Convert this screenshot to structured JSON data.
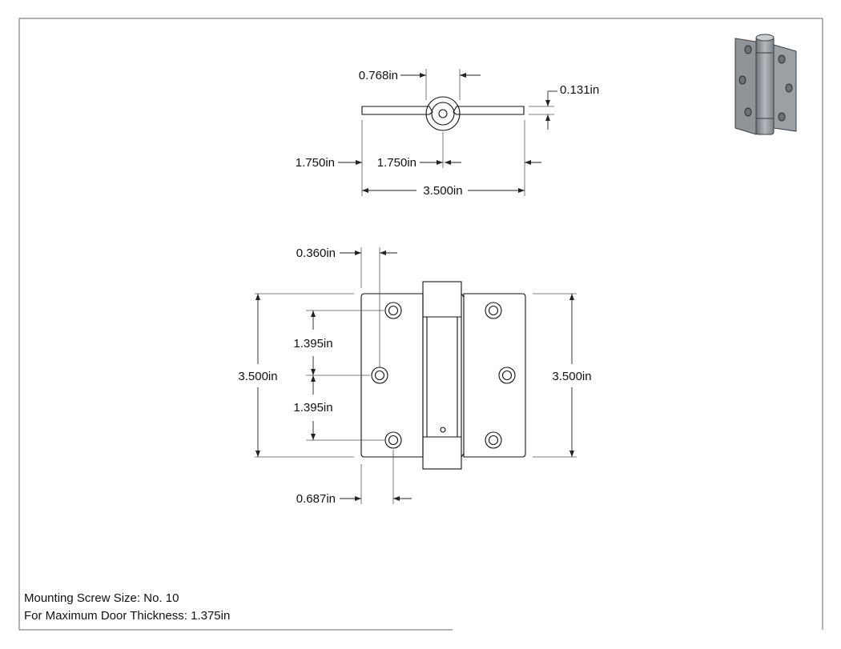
{
  "top_view": {
    "barrel_width": "0.768in",
    "leaf_thickness": "0.131in",
    "left_leaf_width": "1.750in",
    "right_leaf_width": "1.750in",
    "overall_width": "3.500in"
  },
  "front_view": {
    "hole_edge_offset": "0.360in",
    "hole_spacing_upper": "1.395in",
    "hole_spacing_lower": "1.395in",
    "left_height": "3.500in",
    "right_height": "3.500in",
    "hole_bottom_offset": "0.687in"
  },
  "notes": {
    "screw_size": "Mounting Screw Size: No. 10",
    "door_thickness": "For Maximum Door Thickness: 1.375in"
  },
  "thumbnail": {
    "icon": "hinge-3d-icon",
    "color": "#8f9499"
  }
}
